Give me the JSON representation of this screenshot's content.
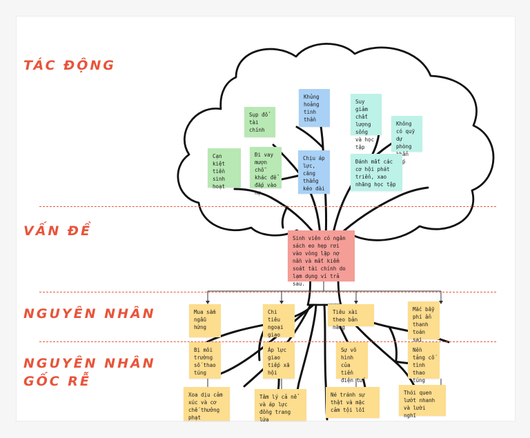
{
  "sections": {
    "impact": "TÁC ĐỘNG",
    "problem": "VẤN ĐỀ",
    "cause": "NGUYÊN NHÂN",
    "root_cause": "NGUYÊN NHÂN\nGỐC RỄ"
  },
  "impacts": {
    "deplete_living": "Cạn kiệt tiền sinh hoạt",
    "financial_collapse": "Sụp đổ tài chính",
    "borrow": "Đi vay mượn chỗ khác để đắp vào nợ.",
    "mental_crisis": "Khủng hoảng tinh thần",
    "pressure": "Chịu áp lực, căng thẳng kéo dài",
    "decline_quality": "Suy giảm chất lượng sống và học tập",
    "no_reserve": "Không có quỹ dự phòng khẩn cấp",
    "lost_opportunity": "Đánh mất các cơ hội phát triển, xao nhãng học tập"
  },
  "problem": "Sinh viên có ngân sách eo hẹp rơi vào vòng lặp nợ nần và mất kiểm soát tài chính do lạm dụng ví trả sau.",
  "causes": {
    "impulse": "Mua sắm ngẫu hứng",
    "social": "Chi tiêu ngoại giao",
    "instinct": "Tiêu xài theo bản năng",
    "hidden_fee": "Mắc bẫy phí ẩn thanh toán sai"
  },
  "root_causes": {
    "env": "Bị môi trường số thao túng",
    "comm_pressure": "Áp lực giao tiếp xã hội",
    "digital_money": "Sự vô hình của tiền điện tử",
    "platform": "Nền tảng cố tình thao túng",
    "soothe": "Xoa dịu cảm xúc và cơ chế thưởng phạt",
    "inferiority": "Tâm lý cả nể và áp lực đồng trang lứa",
    "avoid_truth": "Né tránh sự thật và mặc cảm tội lỗi",
    "lazy_habit": "Thói quen lướt nhanh và lười nghĩ"
  }
}
